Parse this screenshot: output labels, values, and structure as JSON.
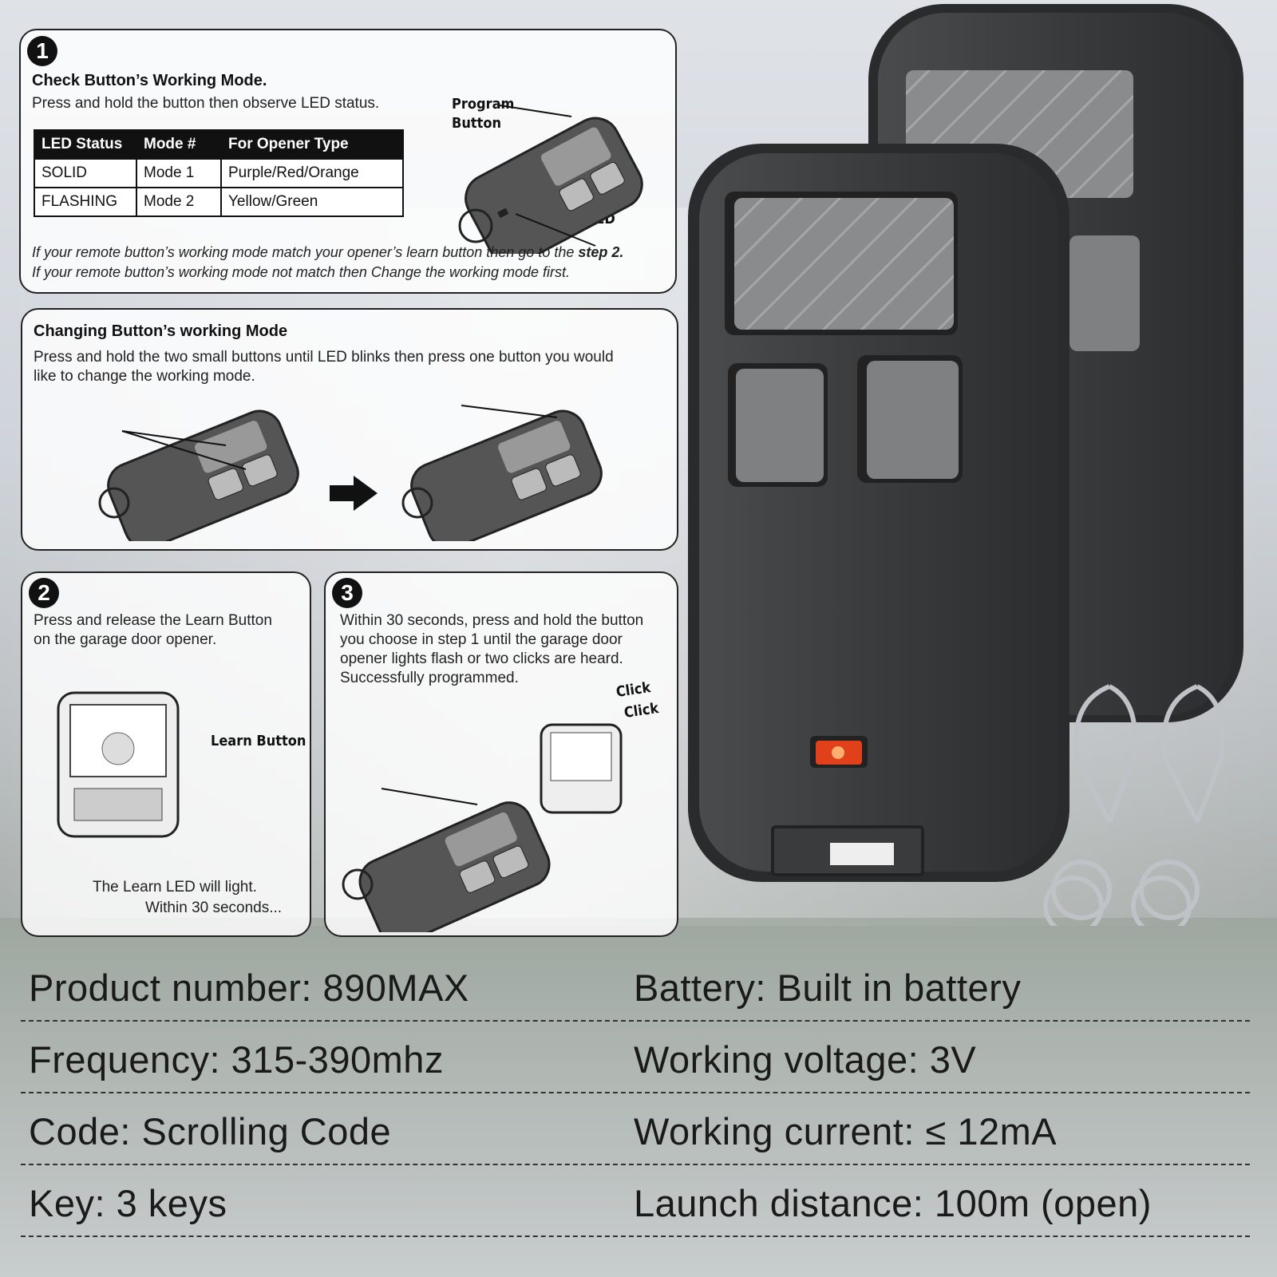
{
  "step1": {
    "number": "1",
    "title": "Check Button’s Working Mode.",
    "subtitle": "Press and hold the button then observe LED status.",
    "table": {
      "headers": [
        "LED Status",
        "Mode #",
        "For Opener Type"
      ],
      "rows": [
        [
          "SOLID",
          "Mode 1",
          "Purple/Red/Orange"
        ],
        [
          "FLASHING",
          "Mode 2",
          "Yellow/Green"
        ]
      ]
    },
    "program_label_1": "Program",
    "program_label_2": "Button",
    "led_label": "LED",
    "note_line1_a": "If your remote button’s working mode match your opener’s learn button then go to the ",
    "note_line1_b": "step 2.",
    "note_line2": "If your remote button’s working mode not match then Change the working mode first."
  },
  "change": {
    "title": "Changing Button’s working Mode",
    "line1": "Press and hold the two small buttons until LED blinks then press one button you would",
    "line2": "like to change the working mode."
  },
  "step2": {
    "number": "2",
    "line1": "Press and release the Learn Button",
    "line2": "on the garage door opener.",
    "learn_label": "Learn Button",
    "caption1": "The Learn LED will light.",
    "caption2": "Within 30 seconds..."
  },
  "step3": {
    "number": "3",
    "line1": "Within 30 seconds, press and hold the button",
    "line2": "you choose in step 1 until the garage door",
    "line3": "opener lights flash or two clicks are heard.",
    "line4": "Successfully programmed.",
    "click1": "Click",
    "click2": "Click"
  },
  "specs": {
    "product": "Product number: 890MAX",
    "battery": "Battery: Built in battery",
    "frequency": "Frequency: 315-390mhz",
    "voltage": "Working voltage: 3V",
    "code": "Code: Scrolling Code",
    "current": "Working current: ≤ 12mA",
    "key": "Key: 3 keys",
    "distance": "Launch distance: 100m (open)"
  },
  "colors": {
    "remote_body": "#3a3b3d",
    "remote_button": "#7f8082",
    "led": "#e0401a"
  }
}
